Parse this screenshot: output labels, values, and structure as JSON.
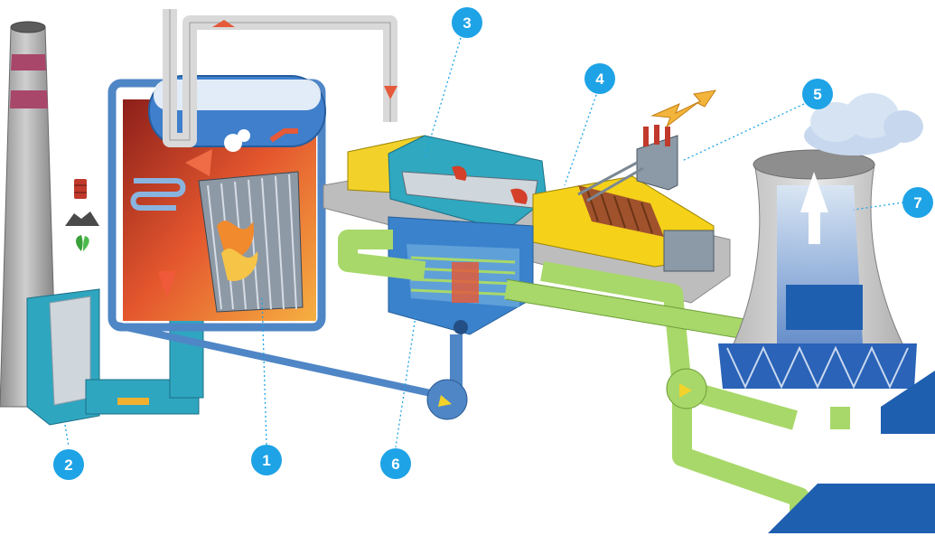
{
  "colors": {
    "badge": "#1ea3e6",
    "water_pipe": "#4f86c6",
    "cooling_pipe": "#a8d86a",
    "steam_pipe": "#d9d9d9",
    "flame_red": "#d4402a",
    "flame_orange": "#f08a2c",
    "generator_yellow": "#f5d11a",
    "tower_grey": "#c9c9c9",
    "platform_grey": "#bdbdbd",
    "dark_blue": "#1f5fb0"
  },
  "badges": [
    {
      "label": "1",
      "target": "boiler-furnace"
    },
    {
      "label": "2",
      "target": "flue-gas-filter"
    },
    {
      "label": "3",
      "target": "steam-turbine"
    },
    {
      "label": "4",
      "target": "generator"
    },
    {
      "label": "5",
      "target": "transformer"
    },
    {
      "label": "6",
      "target": "condenser"
    },
    {
      "label": "7",
      "target": "cooling-tower"
    }
  ],
  "icons": [
    "oil-barrel-icon",
    "coal-pile-icon",
    "biomass-leaf-icon",
    "lightning-bolt-icon",
    "steam-cloud-icon"
  ]
}
